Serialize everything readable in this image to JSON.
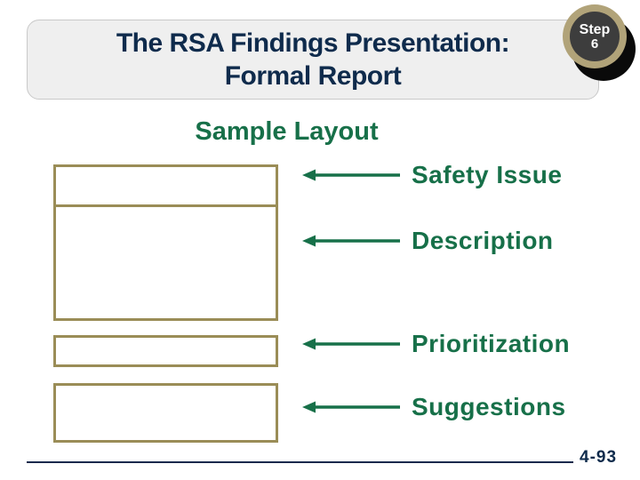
{
  "slide": {
    "header": {
      "title_line1": "The RSA Findings Presentation:",
      "title_line2": "Formal Report"
    },
    "step_badge": {
      "label": "Step",
      "number": "6"
    },
    "section_heading": "Sample Layout",
    "layout_rows": [
      {
        "label": "Safety Issue"
      },
      {
        "label": "Description"
      },
      {
        "label": "Prioritization"
      },
      {
        "label": "Suggestions"
      }
    ],
    "footer": {
      "page_number": "4-93"
    },
    "colors": {
      "title_navy": "#0f2b4c",
      "label_green": "#177049",
      "box_gold": "#9a8d57",
      "badge_ring_tan": "#b1a379",
      "badge_face_dark": "#3d3d3d",
      "panel_gray": "#efefef"
    }
  }
}
